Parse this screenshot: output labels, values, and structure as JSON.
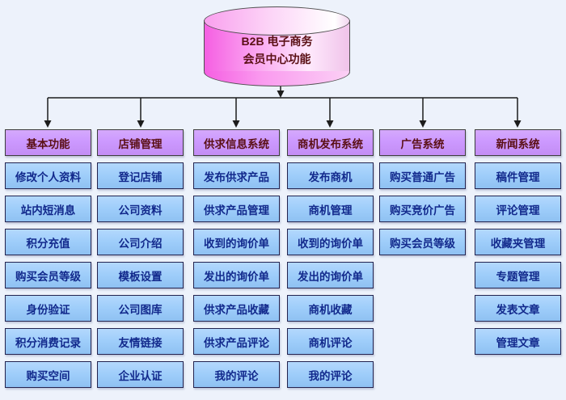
{
  "diagram": {
    "root": {
      "title_line1": "B2B 电子商务",
      "title_line2": "会员中心功能"
    },
    "columns": [
      {
        "header": "基本功能",
        "items": [
          "修改个人资料",
          "站内短消息",
          "积分充值",
          "购买会员等级",
          "身份验证",
          "积分消费记录",
          "购买空间"
        ]
      },
      {
        "header": "店铺管理",
        "items": [
          "登记店铺",
          "公司资料",
          "公司介绍",
          "模板设置",
          "公司图库",
          "友情链接",
          "企业认证"
        ]
      },
      {
        "header": "供求信息系统",
        "items": [
          "发布供求产品",
          "供求产品管理",
          "收到的询价单",
          "发出的询价单",
          "供求产品收藏",
          "供求产品评论",
          "我的评论"
        ]
      },
      {
        "header": "商机发布系统",
        "items": [
          "发布商机",
          "商机管理",
          "收到的询价单",
          "发出的询价单",
          "商机收藏",
          "商机评论",
          "我的评论"
        ]
      },
      {
        "header": "广告系统",
        "items": [
          "购买普通广告",
          "购买竞价广告",
          "购买会员等级"
        ]
      },
      {
        "header": "新闻系统",
        "items": [
          "稿件管理",
          "评论管理",
          "收藏夹管理",
          "专题管理",
          "发表文章",
          "管理文章"
        ]
      }
    ],
    "colors": {
      "page_background": "#edf2fb",
      "root_fill_dark": "#f55fe2",
      "root_fill_light": "#fee9fc",
      "header_fill": "#cc99ff",
      "item_fill": "#99ccff",
      "header_text": "#5a0f14",
      "item_text": "#12298c",
      "connector": "#1c1c1c"
    }
  }
}
